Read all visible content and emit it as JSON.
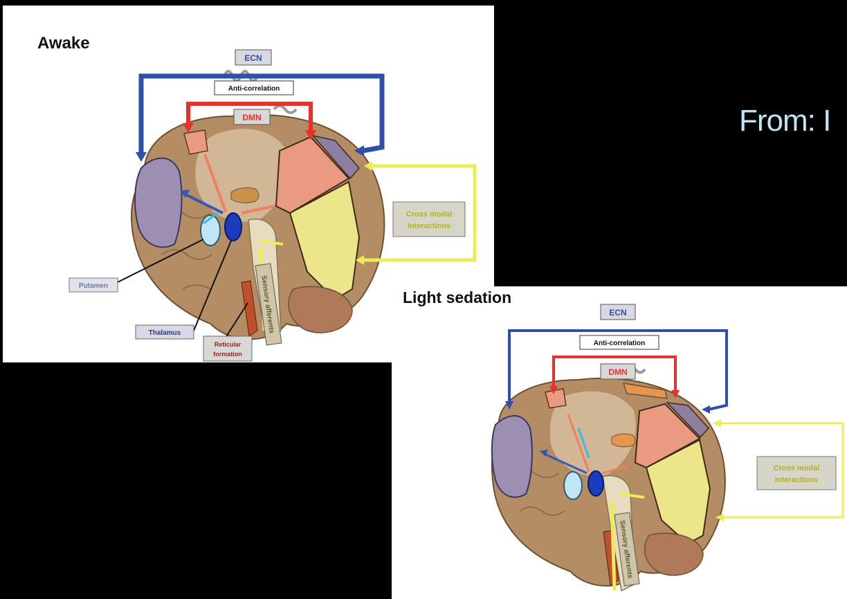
{
  "slide": {
    "title": "From: I"
  },
  "panels": [
    {
      "title": "Awake",
      "labels": {
        "ecn": "ECN",
        "anti": "Anti-correlation",
        "dmn": "DMN",
        "cross1": "Cross modal",
        "cross2": "interactions",
        "putamen": "Putamen",
        "thalamus": "Thalamus",
        "retic1": "Reticular",
        "retic2": "formation",
        "sensory": "Sensory afferents"
      }
    },
    {
      "title": "Light sedation",
      "labels": {
        "ecn": "ECN",
        "anti": "Anti-correlation",
        "dmn": "DMN",
        "cross1": "Cross modal",
        "cross2": "interactions",
        "sensory": "Sensory afferents"
      }
    }
  ],
  "colors": {
    "ecn": "#2f4fa8",
    "dmn": "#e5322d",
    "cross": "#ecec5a",
    "thalamus": "#1c3cbf",
    "putamen": "#bfe6f7",
    "brain": "#b48d65",
    "frontal": "#9c8fb2",
    "parietal": "#e99a80",
    "occipital": "#ede58a",
    "slide_title": "#bfe6f5"
  }
}
